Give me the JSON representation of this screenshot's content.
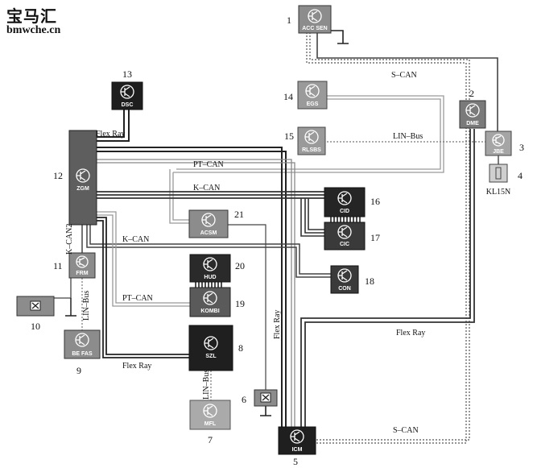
{
  "watermark": {
    "logo": "宝马汇",
    "url": "bmwche.cn"
  },
  "units": [
    {
      "id": "acc",
      "num": "1",
      "label": "ACC SEN"
    },
    {
      "id": "dme",
      "num": "2",
      "label": "DME"
    },
    {
      "id": "jbe",
      "num": "3",
      "label": "JBE"
    },
    {
      "id": "kl15n",
      "num": "4",
      "label": "KL15N"
    },
    {
      "id": "icm",
      "num": "5",
      "label": "ICM"
    },
    {
      "id": "sw6",
      "num": "6",
      "label": ""
    },
    {
      "id": "mfl",
      "num": "7",
      "label": "MFL"
    },
    {
      "id": "szl",
      "num": "8",
      "label": "SZL"
    },
    {
      "id": "befas",
      "num": "9",
      "label": "BE FAS"
    },
    {
      "id": "sw10",
      "num": "10",
      "label": ""
    },
    {
      "id": "frm",
      "num": "11",
      "label": "FRM"
    },
    {
      "id": "zgm",
      "num": "12",
      "label": "ZGM"
    },
    {
      "id": "dsc",
      "num": "13",
      "label": "DSC"
    },
    {
      "id": "egs",
      "num": "14",
      "label": "EGS"
    },
    {
      "id": "rlsbs",
      "num": "15",
      "label": "RLSBS"
    },
    {
      "id": "cid",
      "num": "16",
      "label": "CID"
    },
    {
      "id": "cic",
      "num": "17",
      "label": "CIC"
    },
    {
      "id": "con",
      "num": "18",
      "label": "CON"
    },
    {
      "id": "kombi",
      "num": "19",
      "label": "KOMBI"
    },
    {
      "id": "hud",
      "num": "20",
      "label": "HUD"
    },
    {
      "id": "acsm",
      "num": "21",
      "label": "ACSM"
    }
  ],
  "bus_labels": {
    "flexray_top": "Flex Ray",
    "pt_can_top": "PT–CAN",
    "k_can_upper": "K–CAN",
    "k_can_lower": "K–CAN",
    "k_can2": "K–CAN2",
    "lin_bus_right": "LIN–Bus",
    "s_can_top": "S–CAN",
    "lin_bus_left": "LIN–Bus",
    "pt_can_lower": "PT–CAN",
    "flexray_bottom_left": "Flex Ray",
    "flexray_vertical": "Flex Ray",
    "flexray_right": "Flex Ray",
    "s_can_bottom": "S–CAN",
    "lin_bus_mfl": "LIN–Bus"
  }
}
